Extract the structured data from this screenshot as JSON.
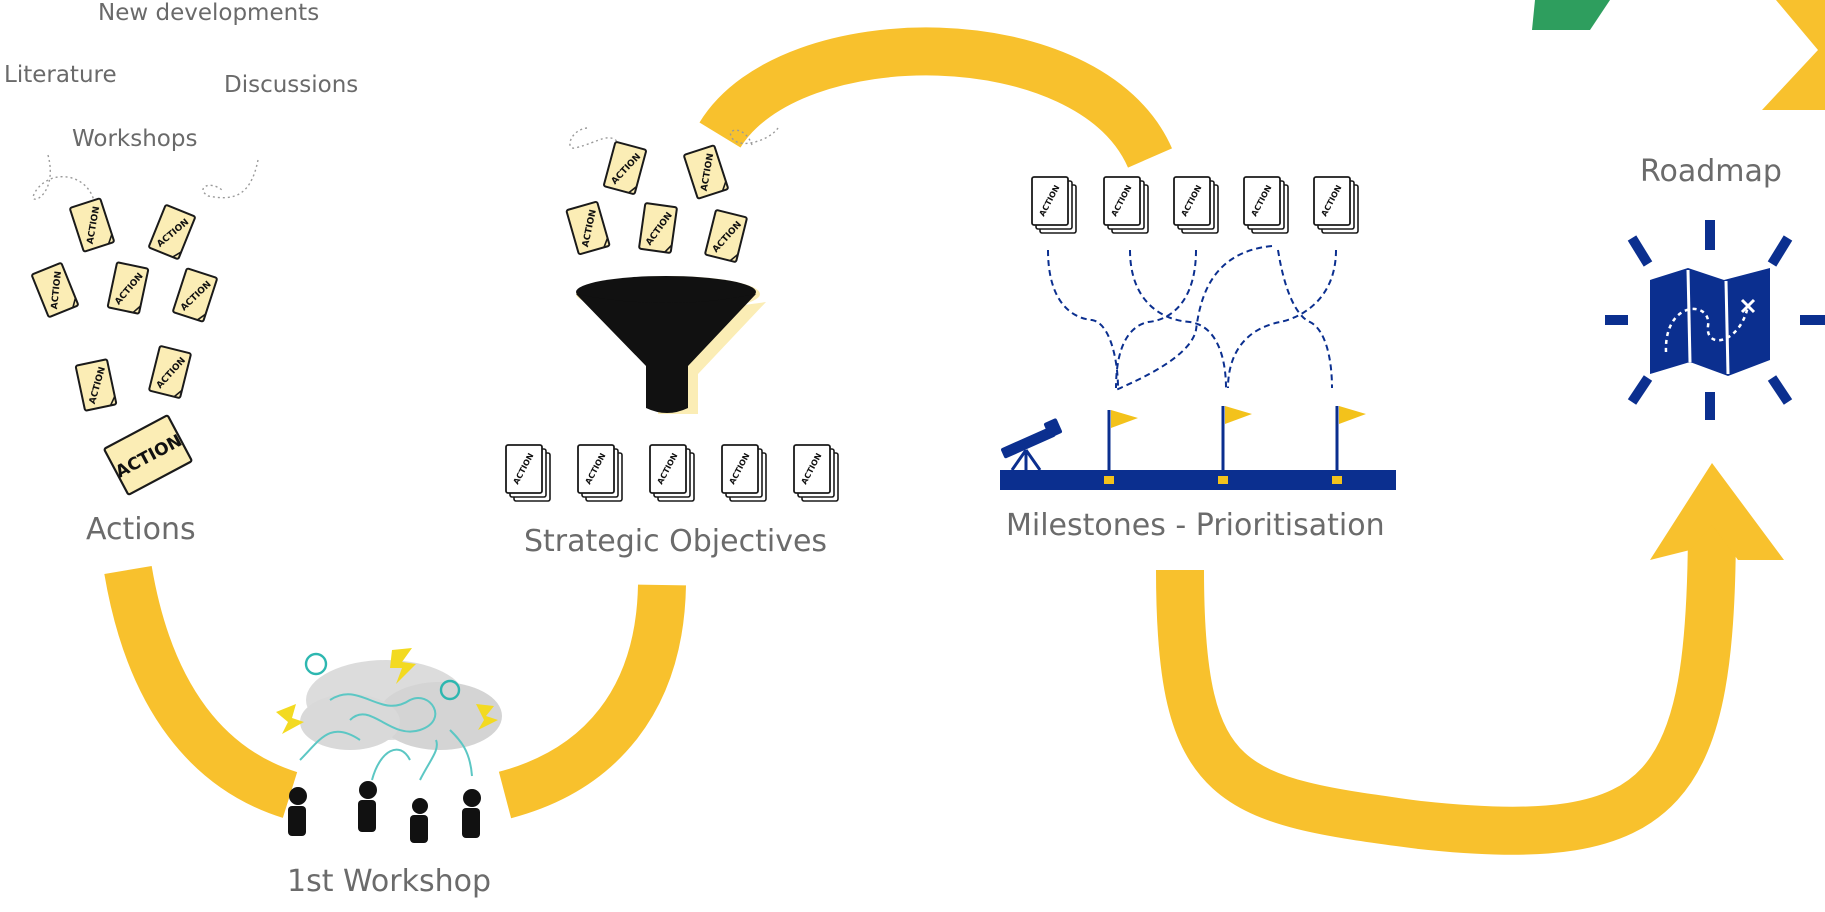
{
  "sources": {
    "new_developments": "New developments",
    "literature": "Literature",
    "discussions": "Discussions",
    "workshops": "Workshops"
  },
  "stages": {
    "actions": "Actions",
    "first_workshop": "1st Workshop",
    "strategic_objectives": "Strategic Objectives",
    "milestones": "Milestones - Prioritisation",
    "roadmap": "Roadmap"
  },
  "note_text": "ACTION",
  "icons": {
    "scattered_notes": "action-note-icon",
    "funnel": "funnel-icon",
    "note_stack": "note-stack-icon",
    "brainstorm": "brainstorm-group-icon",
    "telescope": "telescope-icon",
    "milestone_flag": "flag-icon",
    "roadmap": "folded-map-icon"
  },
  "colors": {
    "flow_arrow": "#F8C12D",
    "note_fill": "#FBEDB5",
    "milestone_blue": "#0B2F8F",
    "flag_yellow": "#F3C21B",
    "corner_green": "#2E9E5E",
    "text_gray": "#6B6B6B"
  }
}
